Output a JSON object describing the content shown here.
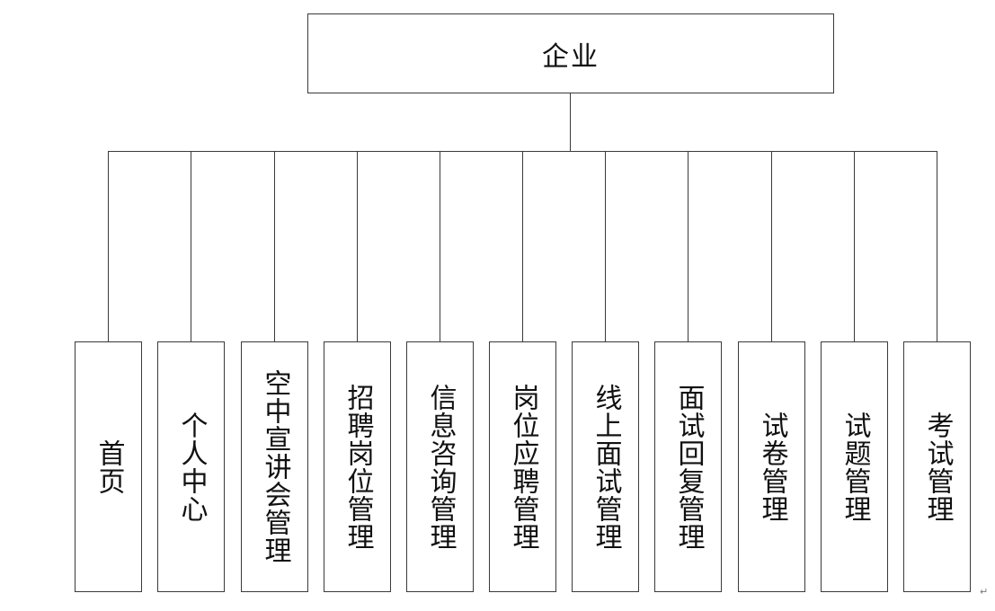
{
  "root": {
    "label": "企业"
  },
  "children": [
    {
      "label": "首页"
    },
    {
      "label": "个人中心"
    },
    {
      "label": "空中宣讲会管理"
    },
    {
      "label": "招聘岗位管理"
    },
    {
      "label": "信息咨询管理"
    },
    {
      "label": "岗位应聘管理"
    },
    {
      "label": "线上面试管理"
    },
    {
      "label": "面试回复管理"
    },
    {
      "label": "试卷管理"
    },
    {
      "label": "试题管理"
    },
    {
      "label": "考试管理"
    }
  ],
  "corner_mark": "↵"
}
